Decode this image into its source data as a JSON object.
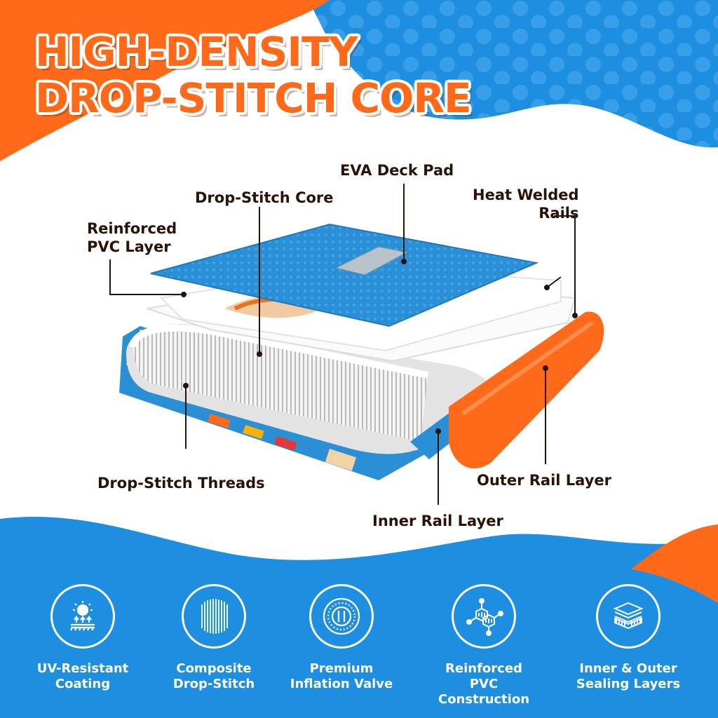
{
  "title": {
    "line1": "HIGH-DENSITY",
    "line2": "DROP-STITCH CORE"
  },
  "colors": {
    "orange": "#ff6a1a",
    "blue": "#1e8fe0",
    "dark_text": "#2a1206"
  },
  "callouts": {
    "eva": "EVA Deck Pad",
    "drop_stitch_core": "Drop-Stitch Core",
    "pvc_line1": "Reinforced",
    "pvc_line2": "PVC Layer",
    "heat_line1": "Heat Welded",
    "heat_line2": "Rails",
    "threads": "Drop-Stitch Threads",
    "outer_rail": "Outer Rail Layer",
    "inner_rail": "Inner Rail Layer"
  },
  "features": [
    {
      "icon": "uv-sun-icon",
      "line1": "UV-Resistant",
      "line2": "Coating"
    },
    {
      "icon": "drop-stitch-lines-icon",
      "line1": "Composite",
      "line2": "Drop-Stitch"
    },
    {
      "icon": "valve-icon",
      "line1": "Premium",
      "line2": "Inflation Valve"
    },
    {
      "icon": "molecule-icon",
      "line1": "Reinforced",
      "line2": "PVC Construction"
    },
    {
      "icon": "layers-icon",
      "line1": "Inner & Outer",
      "line2": "Sealing Layers"
    }
  ]
}
